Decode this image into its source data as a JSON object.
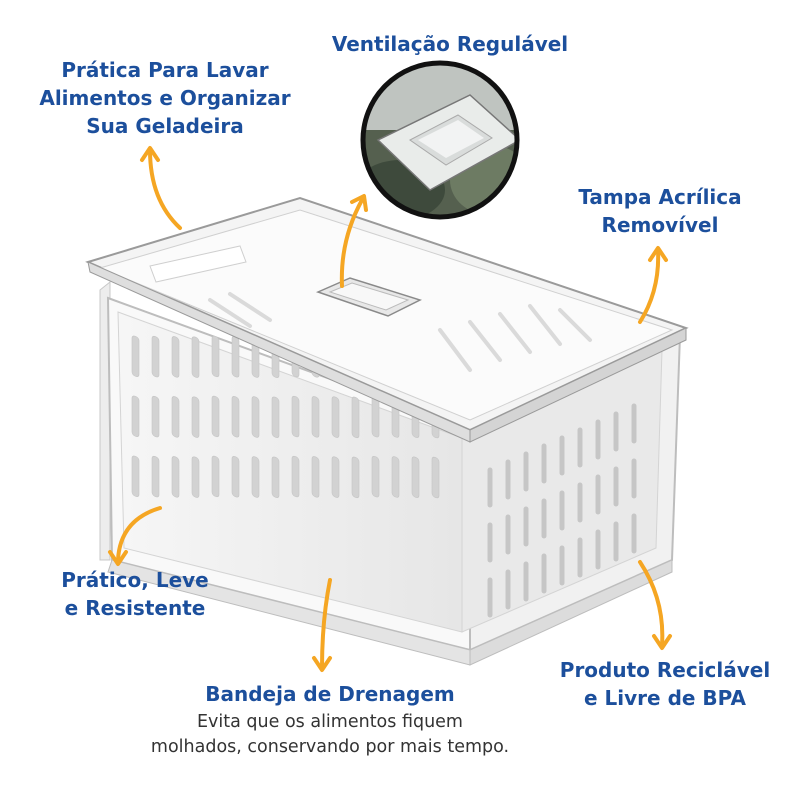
{
  "labels": {
    "pratica_lavar": [
      "Prática Para Lavar",
      "Alimentos e Organizar",
      "Sua Geladeira"
    ],
    "ventilacao": "Ventilação Regulável",
    "tampa": [
      "Tampa Acrílica",
      "Removível"
    ],
    "pratico_leve": [
      "Prático, Leve",
      "e Resistente"
    ],
    "produto": [
      "Produto Reciclável",
      "e Livre de BPA"
    ],
    "bandeja_title": "Bandeja de Drenagem",
    "bandeja_desc": [
      "Evita que os alimentos fiquem",
      "molhados, conservando por mais tempo."
    ]
  },
  "colors": {
    "label_blue": "#1c4f9c",
    "arrow_orange": "#f5a623",
    "body_text": "#333333",
    "frame": "#111111"
  }
}
